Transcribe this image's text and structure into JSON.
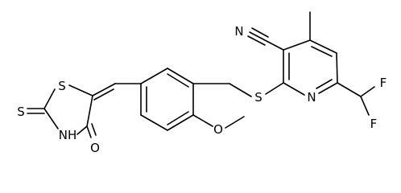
{
  "structure": {
    "atoms": {
      "n_nitrile": "N",
      "s_thioether": "S",
      "n_pyridine": "N",
      "f_top": "F",
      "f_bottom": "F",
      "o_methoxy": "O",
      "s_ring": "S",
      "s_thione": "S",
      "nh_ring": "NH",
      "o_carbonyl": "O"
    }
  }
}
